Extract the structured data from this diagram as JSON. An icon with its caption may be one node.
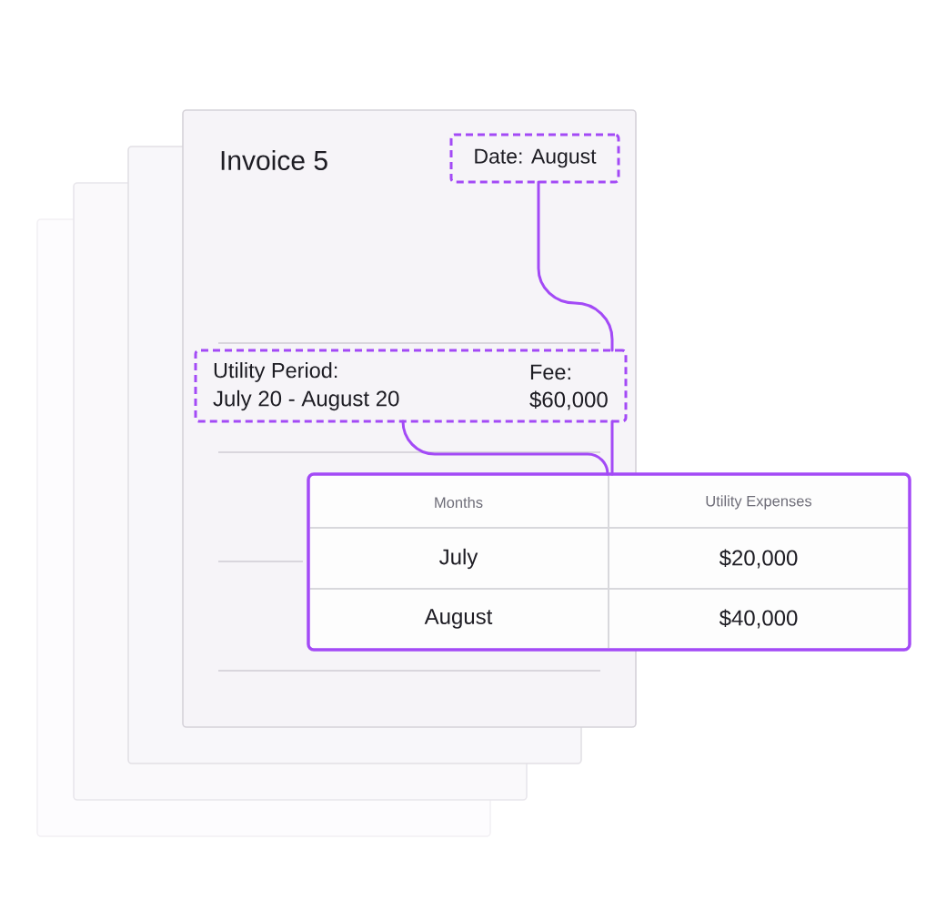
{
  "diagram": {
    "nodes": [
      {
        "text": [
          "Invoice 5"
        ]
      },
      {
        "text": [
          "Date: August"
        ],
        "in": 0
      },
      {
        "text": [
          "Utility Period:",
          "July 20 - August 20",
          "Fee:",
          "$60,000"
        ],
        "in": 0
      },
      {
        "text": [
          "Months",
          "Utility Expenses",
          "July",
          "$20,000",
          "August",
          "$40,000"
        ]
      }
    ],
    "edges": [
      {
        "from": 1,
        "to": 2,
        "arrow": "none"
      },
      {
        "from": 2,
        "to": 3,
        "arrow": "none"
      },
      {
        "from": 2,
        "to": 3,
        "arrow": "none"
      }
    ]
  }
}
